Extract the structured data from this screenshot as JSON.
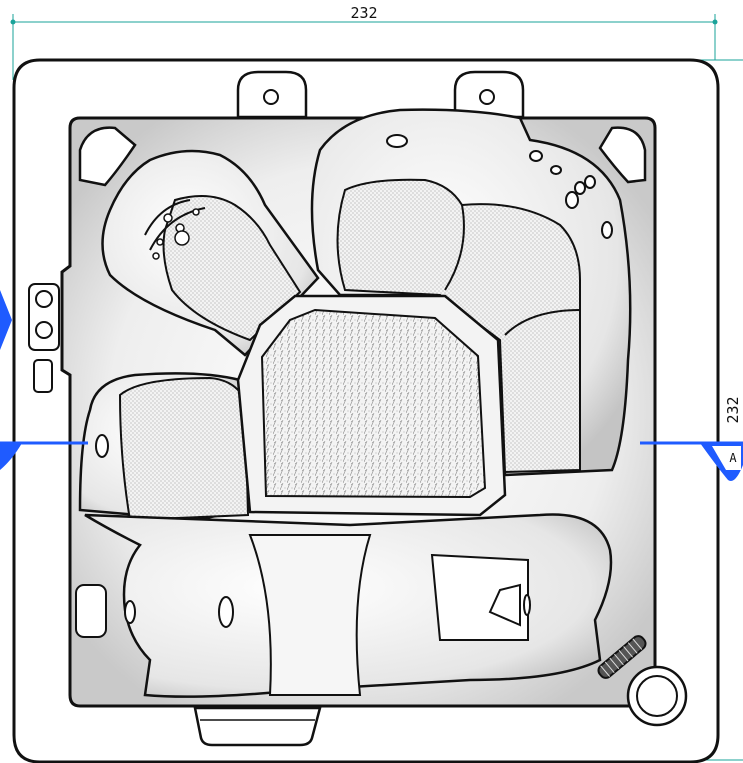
{
  "dimensions": {
    "width_label": "232",
    "height_label": "232"
  },
  "section": {
    "marker_label": "A"
  },
  "colors": {
    "outline": "#111111",
    "dimension_line": "#1aa39a",
    "section_marker": "#1f5bff",
    "seat_fill": "#f4f4f4",
    "shell_shade": "#cfcfcf"
  }
}
